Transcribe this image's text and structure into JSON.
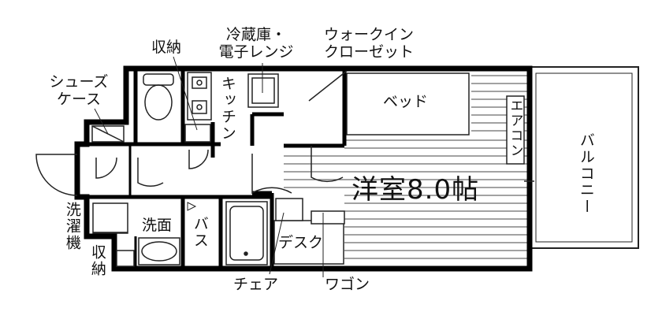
{
  "labels": {
    "fridge_microwave": [
      "冷蔵庫・",
      "電子レンジ"
    ],
    "walk_in_closet": [
      "ウォークイン",
      "クローゼット"
    ],
    "storage_top": "収納",
    "shoe_case": [
      "シューズ",
      "ケース"
    ],
    "kitchen": "キッチン",
    "bed": "ベッド",
    "aircon": "エアコン",
    "balcony": "バルコニー",
    "room": "洋室8.0帖",
    "laundry": "洗濯機",
    "washroom": "洗面",
    "bath": "バス",
    "desk": "デスク",
    "storage_bottom": "収納",
    "chair": "チェア",
    "wagon": "ワゴン"
  },
  "colors": {
    "wall": "#000000",
    "line": "#222222",
    "background": "#ffffff"
  }
}
